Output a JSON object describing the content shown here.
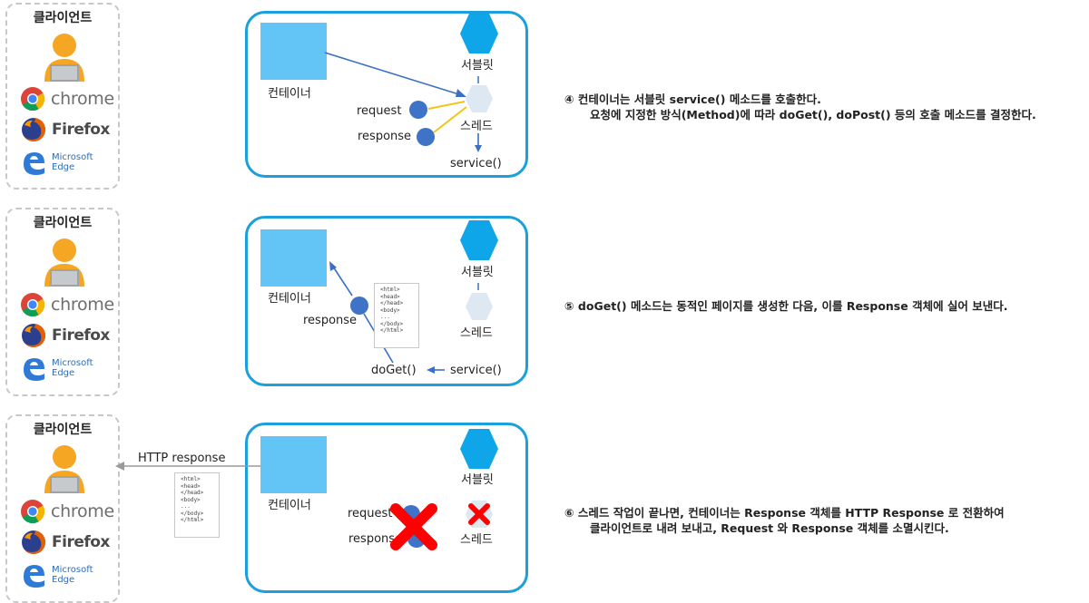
{
  "clients": [
    {
      "title": "클라이언트",
      "browsers": {
        "chrome": "chrome",
        "firefox": "Firefox",
        "edge_line1": "Microsoft",
        "edge_line2": "Edge"
      }
    },
    {
      "title": "클라이언트",
      "browsers": {
        "chrome": "chrome",
        "firefox": "Firefox",
        "edge_line1": "Microsoft",
        "edge_line2": "Edge"
      }
    },
    {
      "title": "클라이언트",
      "browsers": {
        "chrome": "chrome",
        "firefox": "Firefox",
        "edge_line1": "Microsoft",
        "edge_line2": "Edge"
      }
    }
  ],
  "step4": {
    "container": "컨테이너",
    "servlet": "서블릿",
    "thread": "스레드",
    "request": "request",
    "response": "response",
    "service": "service()",
    "desc_line1": "④ 컨테이너는 서블릿 service() 메소드를 호출한다.",
    "desc_line2": "요청에 지정한 방식(Method)에 따라 doGet(), doPost() 등의 호출 메소드를 결정한다."
  },
  "step5": {
    "container": "컨테이너",
    "servlet": "서블릿",
    "thread": "스레드",
    "response": "response",
    "doget": "doGet()",
    "service": "service()",
    "html_lines": [
      "<html>",
      "<head>",
      "</head>",
      "<body>",
      "...",
      "</body>",
      "</html>"
    ],
    "desc_line1": "⑤ doGet() 메소드는 동적인 페이지를 생성한 다음, 이를 Response 객체에 실어 보낸다."
  },
  "step6": {
    "container": "컨테이너",
    "servlet": "서블릿",
    "thread": "스레드",
    "request": "request",
    "response": "response",
    "http_response": "HTTP response",
    "html_lines": [
      "<html>",
      "<head>",
      "</head>",
      "<body>",
      "...",
      "</body>",
      "</html>"
    ],
    "desc_line1": "⑥ 스레드 작업이 끝나면, 컨테이너는 Response 객체를 HTTP Response 로 전환하여",
    "desc_line2": "클라이언트로 내려 보내고, Request 와 Response 객체를 소멸시킨다."
  },
  "colors": {
    "accent": "#1aa0dc",
    "container": "#62c5f5",
    "servlet": "#0ea5e9",
    "thread": "#dde8f2",
    "dot": "#3f73c7",
    "arrow": "#3a6fc4",
    "line_yellow": "#f3c417",
    "cross": "#ff0000",
    "user": "#f5a623"
  }
}
